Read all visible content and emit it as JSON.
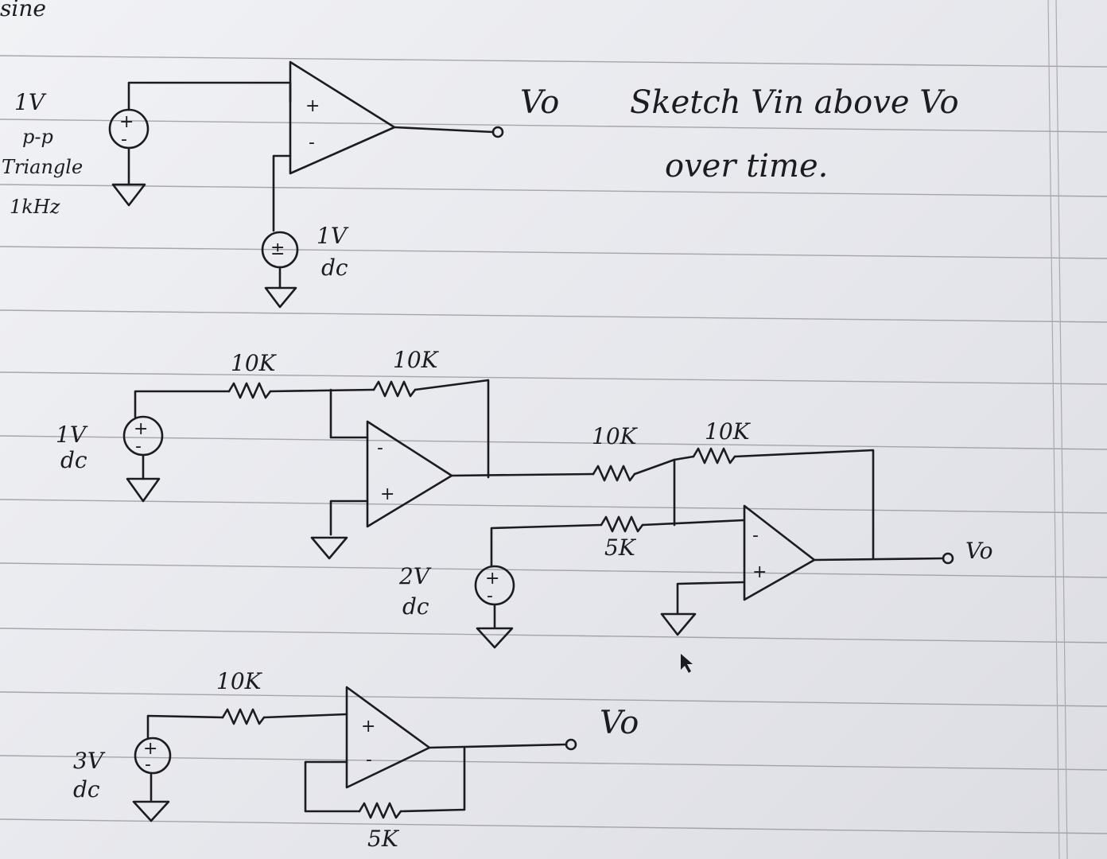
{
  "header": {
    "title": "sine"
  },
  "circuit1": {
    "source_amplitude": "1V",
    "source_pp": "p-p",
    "source_wave": "Triangle",
    "source_freq": "1kHz",
    "dc_source": "1V",
    "dc_label": "dc",
    "output_label": "Vo",
    "opamp_plus": "+",
    "opamp_minus": "-"
  },
  "instruction": {
    "line1": "Sketch Vin above Vo",
    "line2": "over time."
  },
  "circuit2": {
    "source_value": "1V",
    "source_label": "dc",
    "r1": "10K",
    "r2": "10K",
    "r3": "10K",
    "r4": "10K",
    "r5": "5K",
    "source2_value": "2V",
    "source2_label": "dc",
    "output_label": "Vo"
  },
  "circuit3": {
    "source_value": "3V",
    "source_label": "dc",
    "r_in": "10K",
    "r_fb": "5K",
    "output_label": "Vo"
  }
}
